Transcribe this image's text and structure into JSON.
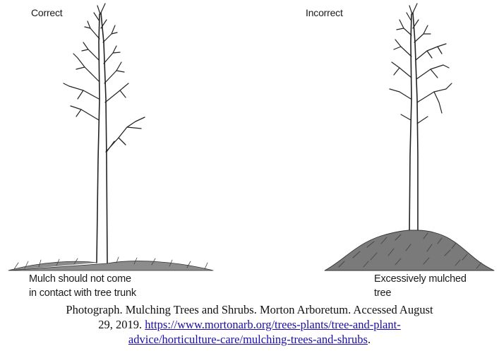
{
  "panels": {
    "correct": {
      "title": "Correct",
      "caption_line1": "Mulch should not come",
      "caption_line2": "in contact with tree trunk"
    },
    "incorrect": {
      "title": "Incorrect",
      "caption_line1": "Excessively mulched",
      "caption_line2": "tree"
    }
  },
  "citation": {
    "text_line1": "Photograph. Mulching Trees and Shrubs. Morton Arboretum. Accessed August",
    "text_line2_prefix": "29, 2019. ",
    "link_part1": "https://www.mortonarb.org/trees-plants/tree-and-plant-",
    "link_part2": "advice/horticulture-care/mulching-trees-and-shrubs",
    "suffix": "."
  },
  "colors": {
    "ink": "#222222",
    "link": "#1a0dab"
  }
}
